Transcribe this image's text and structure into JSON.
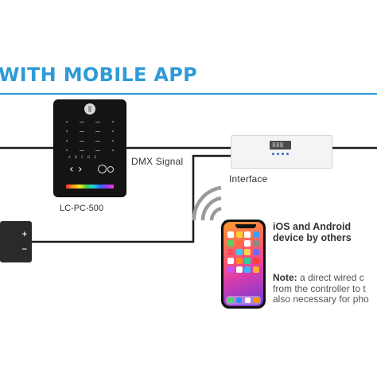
{
  "heading": "WITH MOBILE APP",
  "colors": {
    "accent": "#2f9bd6",
    "wire": "#1a1a1a",
    "controller": "#141414",
    "interface": "#f4f4f4",
    "wifi": "#9a9a9a"
  },
  "controller": {
    "label": "LC-PC-500",
    "letters": "A B C D E"
  },
  "dmx_label": "DMX Signal",
  "interface": {
    "label": "Interface",
    "display": "888"
  },
  "power_box": {
    "plus": "+",
    "minus": "−"
  },
  "phone": {
    "title_line1": "iOS and Android",
    "title_line2": "device by others",
    "apps": [
      "#ffffff",
      "#ffcc33",
      "#ffffff",
      "#3aa0ff",
      "#5ad15a",
      "#ff6a3c",
      "#ffffff",
      "#8a8a8a",
      "#ff4d6a",
      "#3ac8ff",
      "#ffd24a",
      "#6a6aff",
      "#ffffff",
      "#ff8a1f",
      "#2ad0a0",
      "#ff3c3c",
      "#c84dff",
      "#ffffff",
      "#38b6ff",
      "#ffb02e"
    ],
    "dock_apps": [
      "#4cd964",
      "#2d8cff",
      "#ffffff",
      "#ff9500"
    ]
  },
  "note": {
    "bold": "Note:",
    "line1": " a direct wired c",
    "line2": "from the controller to t",
    "line3": "also necessary for pho"
  },
  "icons": [
    "wifi-icon",
    "chevron-left-icon",
    "chevron-right-icon",
    "phone-icon"
  ]
}
